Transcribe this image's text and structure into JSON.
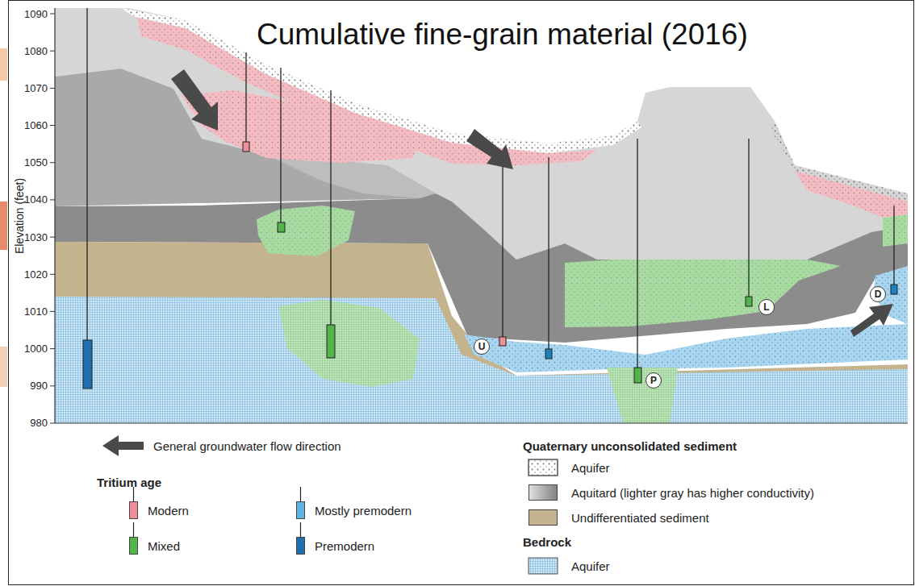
{
  "diagram": {
    "title": "Cumulative fine-grain material (2016)",
    "nodes": [
      {
        "text": [
          "U"
        ]
      },
      {
        "text": [
          "P"
        ]
      },
      {
        "text": [
          "L"
        ]
      },
      {
        "text": [
          "D"
        ]
      }
    ],
    "labels": [
      "1090",
      "1080",
      "1070",
      "1060",
      "1050",
      "1040",
      "1030",
      "1020",
      "1010",
      "1000",
      "990",
      "980",
      "Elevation (feet)",
      "Tritium age",
      "Quaternary unconsolidated sediment",
      "Bedrock"
    ],
    "legend": [
      {
        "text": "General groundwater flow direction"
      },
      {
        "text": "Modern",
        "color": "#ee8e98"
      },
      {
        "text": "Mixed",
        "color": "#52b44a"
      },
      {
        "text": "Mostly premodern",
        "color": "#5fb3e3"
      },
      {
        "text": "Premodern",
        "color": "#1f6fae"
      },
      {
        "text": "Aquifer"
      },
      {
        "text": "Aquitard (lighter gray has higher conductivity)",
        "color": "#a6a6a6"
      },
      {
        "text": "Undifferentiated sediment",
        "color": "#c4b48e"
      },
      {
        "text": "Aquifer"
      }
    ]
  }
}
